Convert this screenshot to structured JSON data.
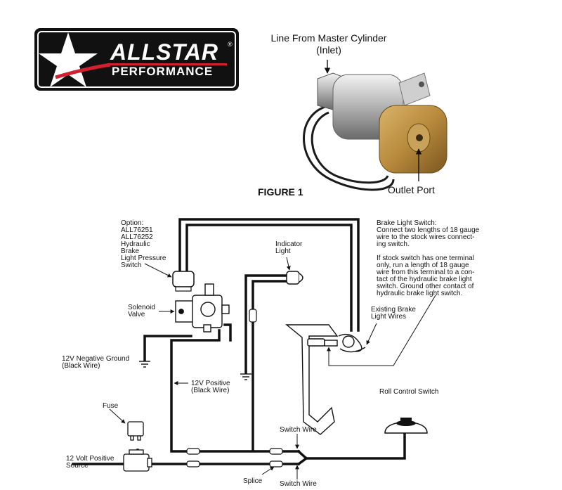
{
  "logo": {
    "word1": "ALLSTAR",
    "word2": "PERFORMANCE",
    "registered": "®",
    "accent_color": "#d2202f"
  },
  "photo": {
    "inlet_label": "Line From Master Cylinder\n(Inlet)",
    "outlet_label": "Outlet Port",
    "figure_label": "FIGURE 1"
  },
  "diagram": {
    "option_label": "Option:\nALL76251\nALL76252\nHydraulic\nBrake\nLight Pressure\nSwitch",
    "indicator_label": "Indicator\nLight",
    "solenoid_label": "Solenoid\nValve",
    "neg_ground_label": "12V Negative Ground\n(Black Wire)",
    "pos_label": "12V Positive\n(Black Wire)",
    "fuse_label": "Fuse",
    "source_label": "12 Volt Positive\nSource",
    "splice_label": "Splice",
    "switch_wire_top": "Switch Wire",
    "switch_wire_bottom": "Switch Wire",
    "roll_control_label": "Roll Control Switch",
    "existing_label": "Existing Brake\nLight Wires",
    "brake_switch_note": "Brake Light Switch:\nConnect two lengths of 18 gauge\nwire to the stock wires connect-\ning switch.\n\nIf stock switch has one terminal\nonly, run a length of 18 gauge\nwire from this terminal to a con-\ntact of the hydraulic brake light\nswitch. Ground other contact of\nhydraulic brake light switch."
  }
}
